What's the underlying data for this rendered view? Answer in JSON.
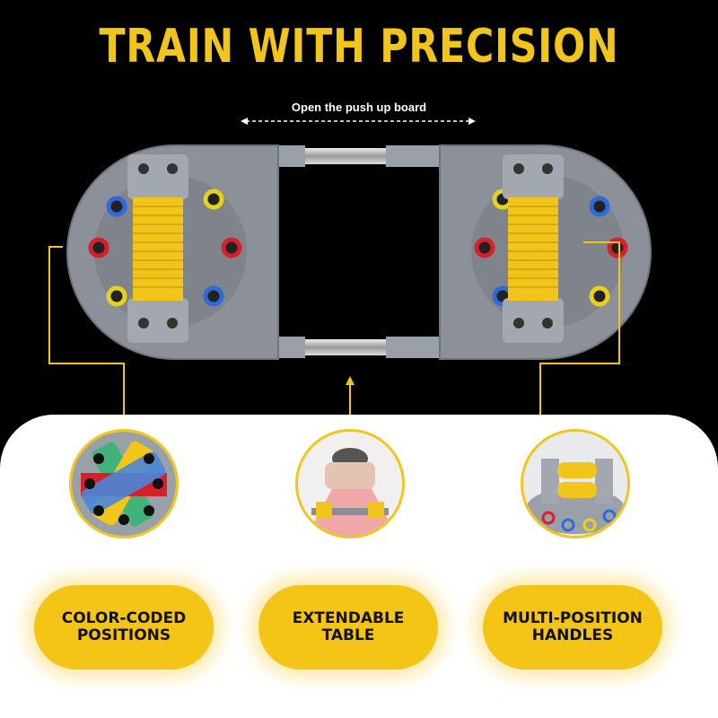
{
  "title": "TRAIN WITH PRECISION",
  "subtitle": "Open the push up board",
  "features": [
    {
      "label": "COLOR-CODED\nPOSITIONS",
      "icon": "color-positions-icon"
    },
    {
      "label": "EXTENDABLE\nTABLE",
      "icon": "extendable-table-icon"
    },
    {
      "label": "MULTI-POSITION\nHANDLES",
      "icon": "handles-icon"
    }
  ],
  "colors": {
    "accent": "#f2c51a",
    "yellow": "#f4c517",
    "red": "#d6202a",
    "blue": "#2f6ad8",
    "board": "#8a8e96"
  }
}
